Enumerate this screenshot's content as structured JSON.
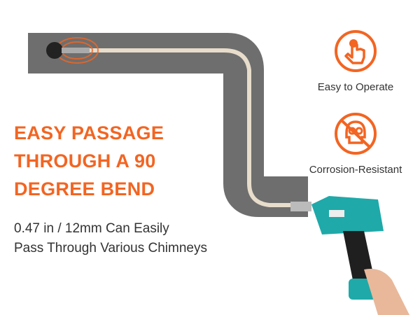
{
  "headline": [
    "EASY PASSAGE",
    "THROUGH A 90",
    "DEGREE BEND"
  ],
  "subtext": [
    "0.47 in / 12mm Can Easily",
    "Pass Through Various Chimneys"
  ],
  "features": [
    {
      "label": "Easy to Operate",
      "icon": "hand-tap-icon"
    },
    {
      "label": "Corrosion-Resistant",
      "icon": "no-skull-icon"
    }
  ],
  "colors": {
    "accent": "#f26522",
    "chimney": "#6e6e6e",
    "drill": "#1fa9a9"
  }
}
